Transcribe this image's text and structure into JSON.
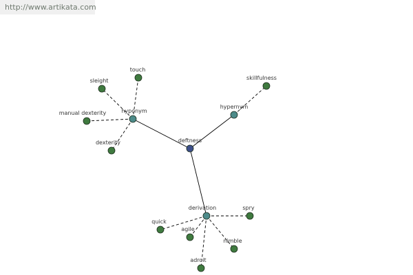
{
  "banner": {
    "url": "http://www.artikata.com"
  },
  "colors": {
    "center": "#3d4f8a",
    "relation": "#4d8b8a",
    "leaf": "#3f7a3f",
    "stroke": "#1e2e1e",
    "edge": "#000000"
  },
  "graph": {
    "nodes": [
      {
        "id": "deftness",
        "label": "deftness",
        "kind": "center"
      },
      {
        "id": "hyponym",
        "label": "hyponym",
        "kind": "relation"
      },
      {
        "id": "hypernym",
        "label": "hypernym",
        "kind": "relation"
      },
      {
        "id": "derivation",
        "label": "derivation",
        "kind": "relation"
      },
      {
        "id": "touch",
        "label": "touch",
        "kind": "leaf"
      },
      {
        "id": "sleight",
        "label": "sleight",
        "kind": "leaf"
      },
      {
        "id": "manual-dexterity",
        "label": "manual dexterity",
        "kind": "leaf"
      },
      {
        "id": "dexterity",
        "label": "dexterity",
        "kind": "leaf"
      },
      {
        "id": "skillfulness",
        "label": "skillfulness",
        "kind": "leaf"
      },
      {
        "id": "spry",
        "label": "spry",
        "kind": "leaf"
      },
      {
        "id": "quick",
        "label": "quick",
        "kind": "leaf"
      },
      {
        "id": "agile",
        "label": "agile",
        "kind": "leaf"
      },
      {
        "id": "nimble",
        "label": "nimble",
        "kind": "leaf"
      },
      {
        "id": "adroit",
        "label": "adroit",
        "kind": "leaf"
      }
    ],
    "edges": [
      {
        "from": "deftness",
        "to": "hyponym",
        "style": "solid"
      },
      {
        "from": "deftness",
        "to": "hypernym",
        "style": "solid"
      },
      {
        "from": "deftness",
        "to": "derivation",
        "style": "solid"
      },
      {
        "from": "hyponym",
        "to": "touch",
        "style": "dashed"
      },
      {
        "from": "hyponym",
        "to": "sleight",
        "style": "dashed"
      },
      {
        "from": "hyponym",
        "to": "manual-dexterity",
        "style": "dashed"
      },
      {
        "from": "hyponym",
        "to": "dexterity",
        "style": "dashed"
      },
      {
        "from": "hypernym",
        "to": "skillfulness",
        "style": "dashed"
      },
      {
        "from": "derivation",
        "to": "spry",
        "style": "dashed"
      },
      {
        "from": "derivation",
        "to": "quick",
        "style": "dashed"
      },
      {
        "from": "derivation",
        "to": "agile",
        "style": "dashed"
      },
      {
        "from": "derivation",
        "to": "nimble",
        "style": "dashed"
      },
      {
        "from": "derivation",
        "to": "adroit",
        "style": "dashed"
      }
    ]
  }
}
